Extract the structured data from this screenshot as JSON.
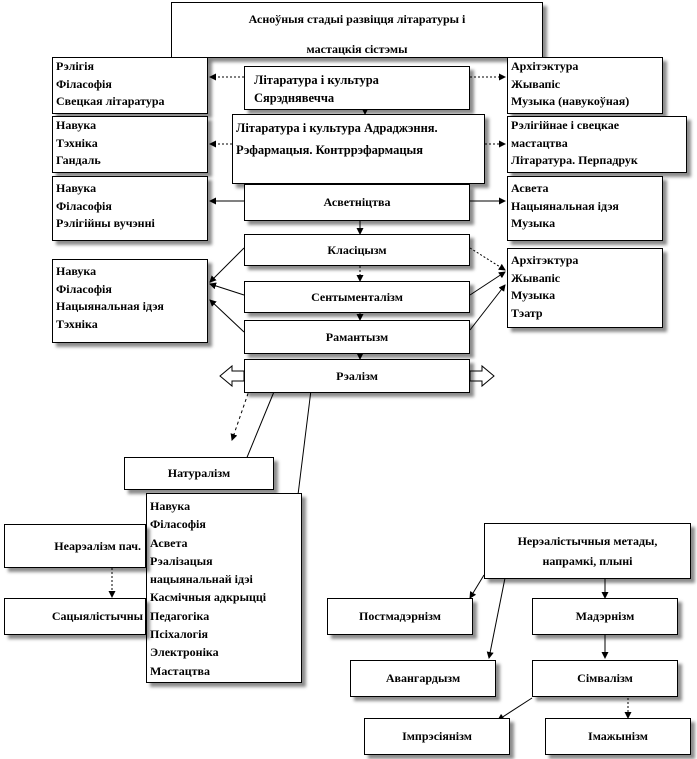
{
  "title": {
    "line1": "Асноўныя стадыі развіцця літаратуры і",
    "line2": "мастацкія сістэмы"
  },
  "left": {
    "b1": [
      "Рэлігія",
      "Філасофія",
      "Свецкая літаратура"
    ],
    "b2": [
      "Навука",
      "Тэхніка",
      "Гандаль"
    ],
    "b3": [
      "Навука",
      "Філасофія",
      "Рэлігійны вучэнні"
    ],
    "b4": [
      "Навука",
      "Філасофія",
      "Нацыянальная ідэя",
      "Тэхніка"
    ]
  },
  "right": {
    "b1": [
      "Архітэктура",
      "Жывапіс",
      "Музыка (навукоўная)"
    ],
    "b2": [
      "Рэлігійнае і свецкае",
      "мастацтва",
      "Літаратура. Перпадрук"
    ],
    "b3": [
      "Асвета",
      "Нацыянальная ідэя",
      "Музыка"
    ],
    "b4": [
      "Архітэктура",
      "Жывапіс",
      "Музыка",
      "Тэатр"
    ]
  },
  "center": {
    "m1": [
      "Літаратура і культура",
      "Сярэднявечча"
    ],
    "m2": [
      "Літаратура і культура Адраджэння.",
      "Рэфармацыя. Контррэфармацыя"
    ],
    "m3": "Асветніцтва",
    "m4": "Класіцызм",
    "m5": "Сентыменталізм",
    "m6": "Рамантызм",
    "m7": "Рэалізм"
  },
  "lower": {
    "naturalism": "Натуралізм",
    "list": [
      "Навука",
      "Філасофія",
      "Асвета",
      "Рэалізацыя",
      "нацыянальнай ідэі",
      "Касмічныя адкрыцці",
      "Педагогіка",
      "Псіхалогія",
      "Электроніка",
      "Мастацтва"
    ],
    "neorealism": "Неарэалізм пач.",
    "socialist": "Сацыялістычны",
    "nonreal": [
      "Нерэалістычныя метады,",
      "напрамкі, плыні"
    ],
    "postmodern": "Постмадэрнізм",
    "modernism": "Мадэрнізм",
    "avantgarde": "Авангардызм",
    "symbolism": "Сімвалізм",
    "impressionism": "Імпрэсіянізм",
    "imagism": "Імажынізм"
  }
}
